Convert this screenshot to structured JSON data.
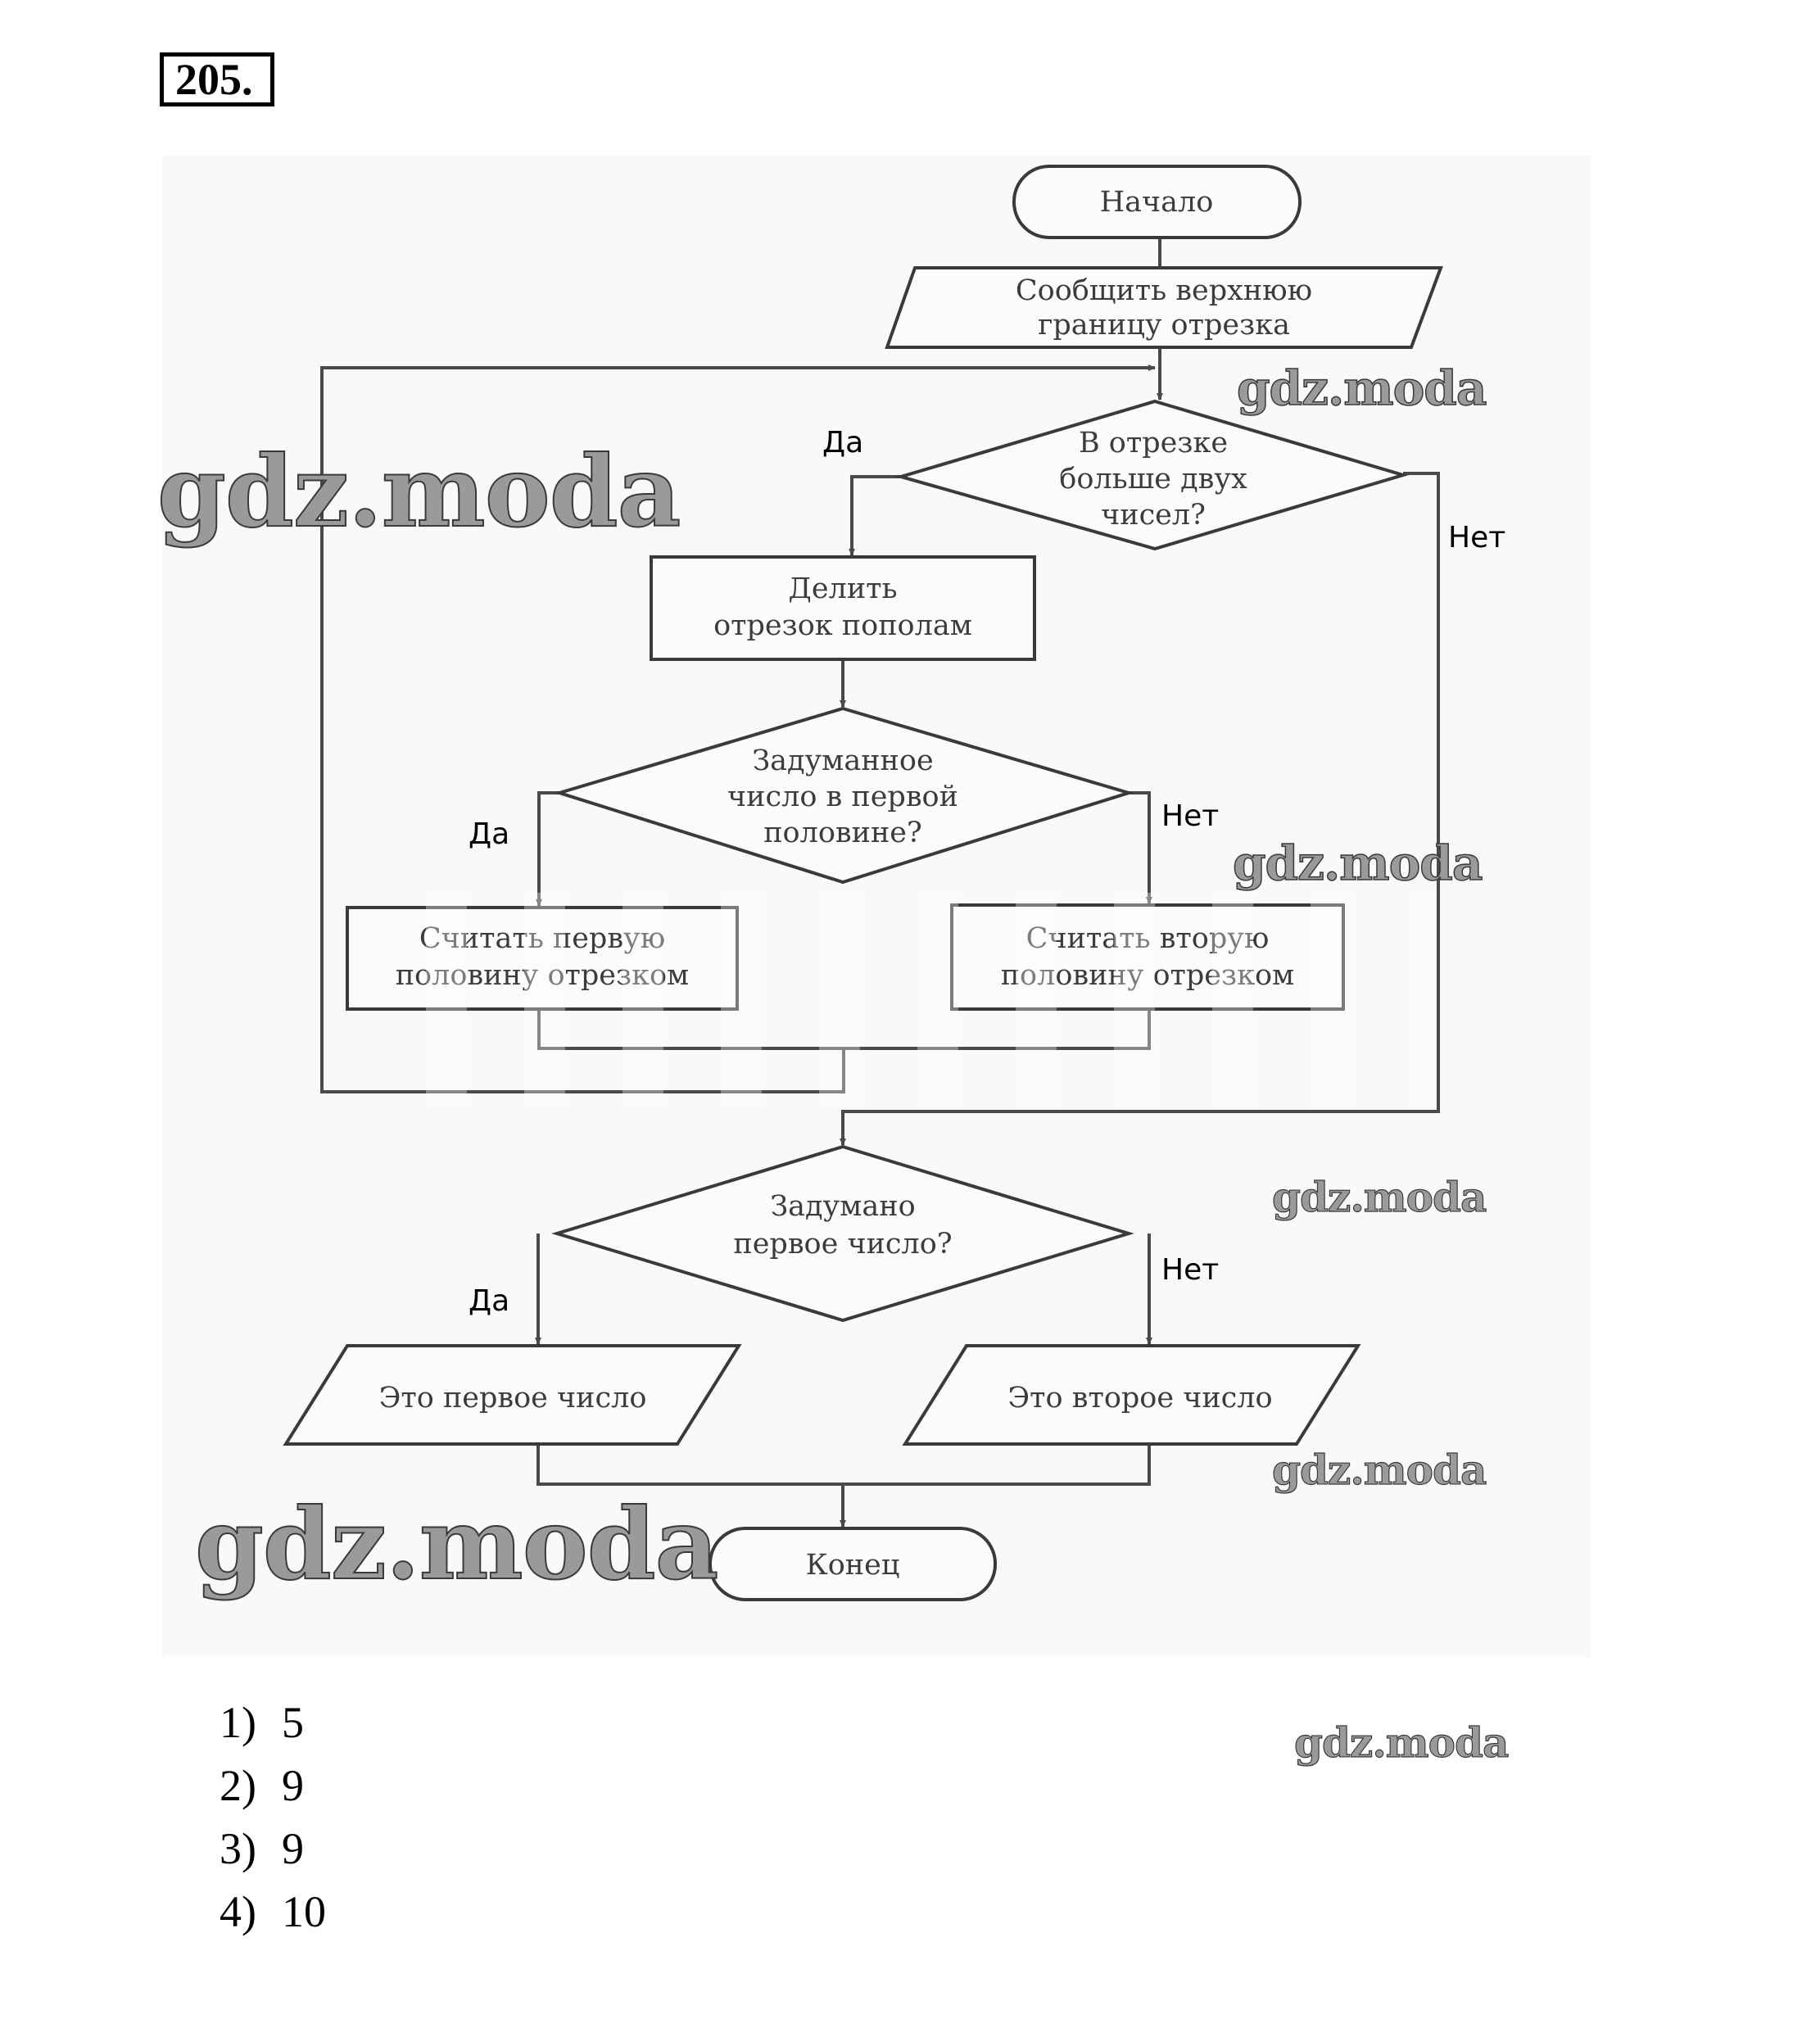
{
  "task": {
    "number": "205."
  },
  "flowchart": {
    "nodes": {
      "start": {
        "type": "terminal",
        "lines": [
          "Начало"
        ]
      },
      "input": {
        "type": "io",
        "lines": [
          "Сообщить верхнюю",
          "границу отрезка"
        ]
      },
      "cond1": {
        "type": "decision",
        "lines": [
          "В отрезке",
          "больше двух",
          "чисел?"
        ]
      },
      "divide": {
        "type": "process",
        "lines": [
          "Делить",
          "отрезок пополам"
        ]
      },
      "cond2": {
        "type": "decision",
        "lines": [
          "Задуманное",
          "число в первой",
          "половине?"
        ]
      },
      "first_half": {
        "type": "process",
        "lines": [
          "Считать первую",
          "половину отрезком"
        ]
      },
      "second_half": {
        "type": "process",
        "lines": [
          "Считать вторую",
          "половину отрезком"
        ]
      },
      "cond3": {
        "type": "decision",
        "lines": [
          "Задумано",
          "первое число?"
        ]
      },
      "out_first": {
        "type": "io",
        "lines": [
          "Это первое число"
        ]
      },
      "out_second": {
        "type": "io",
        "lines": [
          "Это второе число"
        ]
      },
      "end": {
        "type": "terminal",
        "lines": [
          "Конец"
        ]
      }
    },
    "branch_labels": {
      "cond1_yes": "Да",
      "cond1_no": "Нет",
      "cond2_yes": "Да",
      "cond2_no": "Нет",
      "cond3_yes": "Да",
      "cond3_no": "Нет"
    },
    "edges": [
      [
        "start",
        "input"
      ],
      [
        "input",
        "cond1"
      ],
      [
        "cond1",
        "divide",
        "Да"
      ],
      [
        "cond1",
        "cond3",
        "Нет"
      ],
      [
        "divide",
        "cond2"
      ],
      [
        "cond2",
        "first_half",
        "Да"
      ],
      [
        "cond2",
        "second_half",
        "Нет"
      ],
      [
        "first_half",
        "cond1"
      ],
      [
        "second_half",
        "cond1"
      ],
      [
        "cond3",
        "out_first",
        "Да"
      ],
      [
        "cond3",
        "out_second",
        "Нет"
      ],
      [
        "out_first",
        "end"
      ],
      [
        "out_second",
        "end"
      ]
    ]
  },
  "watermarks": [
    "gdz.moda",
    "gdz.moda",
    "gdz.moda",
    "gdz.moda",
    "gdz.moda",
    "gdz.moda",
    "gdz.moda"
  ],
  "answers": [
    {
      "num": "1)",
      "value": "5"
    },
    {
      "num": "2)",
      "value": "9"
    },
    {
      "num": "3)",
      "value": "9"
    },
    {
      "num": "4)",
      "value": "10"
    }
  ]
}
